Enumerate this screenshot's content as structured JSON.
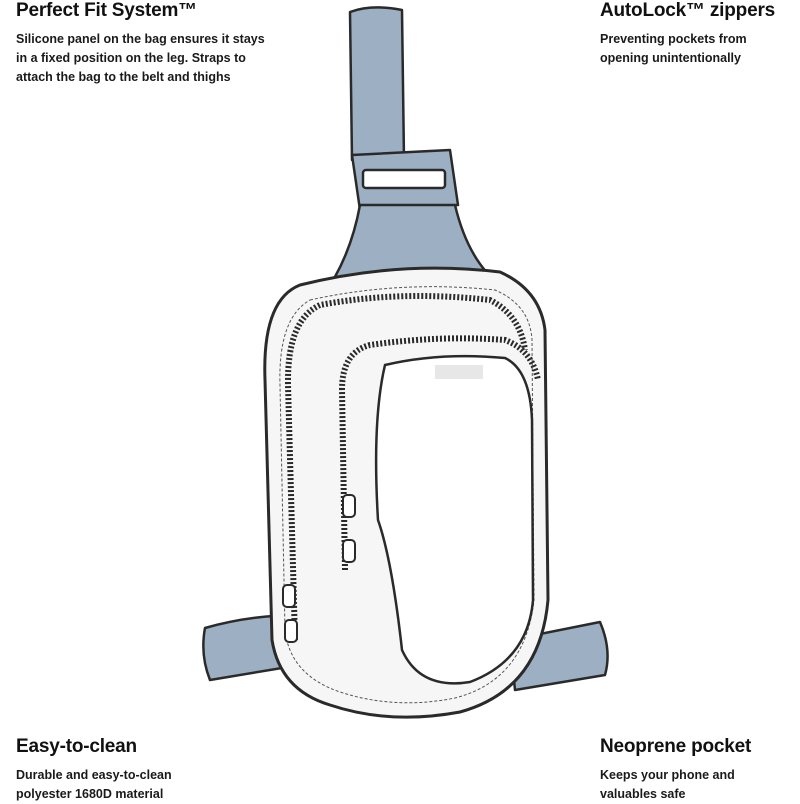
{
  "features": {
    "perfect_fit": {
      "title": "Perfect Fit System™",
      "lines": [
        "Silicone panel on the bag ensures it stays",
        "in a fixed position on the leg. Straps to",
        "attach the bag to the belt and thighs"
      ]
    },
    "autolock": {
      "title": "AutoLock™ zippers",
      "lines": [
        "Preventing pockets from",
        "opening unintentionally"
      ]
    },
    "easy_clean": {
      "title": "Easy-to-clean",
      "lines": [
        "Durable and easy-to-clean",
        "polyester 1680D material"
      ]
    },
    "neoprene": {
      "title": "Neoprene pocket",
      "lines": [
        "Keeps your phone and",
        "valuables safe"
      ]
    }
  },
  "colors": {
    "strap": "#9dafc2",
    "outline": "#2a2a2a",
    "bag": "#f4f4f4"
  }
}
